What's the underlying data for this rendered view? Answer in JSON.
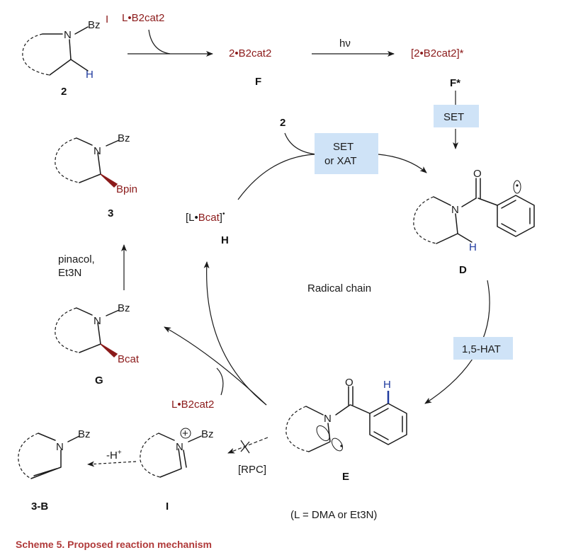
{
  "reagents": {
    "l_b2cat2_top": "L•B2cat2",
    "hv": "hν",
    "two": "2",
    "l_b2cat2_mid": "L•B2cat2",
    "pinacol": "pinacol,",
    "et3n": "Et3N",
    "minus_h": "-H+",
    "rpc": "[RPC]",
    "l_def": "(L = DMA or Et3N)"
  },
  "species": {
    "bz_i": "Bz",
    "bz_i_sup": "I",
    "n": "N",
    "h": "H",
    "bz": "Bz",
    "bpin": "Bpin",
    "bcat": "Bcat",
    "o": "O",
    "f_text": "2•B2cat2",
    "fstar_text": "[2•B2cat2]*",
    "h_radical": "[L•Bcat]•"
  },
  "labels": {
    "c2": "2",
    "f": "F",
    "fstar": "F*",
    "c3": "3",
    "h": "H",
    "d": "D",
    "g": "G",
    "e": "E",
    "c3b": "3-B",
    "i": "I"
  },
  "boxes": {
    "set": "SET",
    "set_xat_1": "SET",
    "set_xat_2": "or XAT",
    "hat": "1,5-HAT"
  },
  "center": "Radical chain",
  "caption": "Scheme 5.  Proposed reaction mechanism"
}
